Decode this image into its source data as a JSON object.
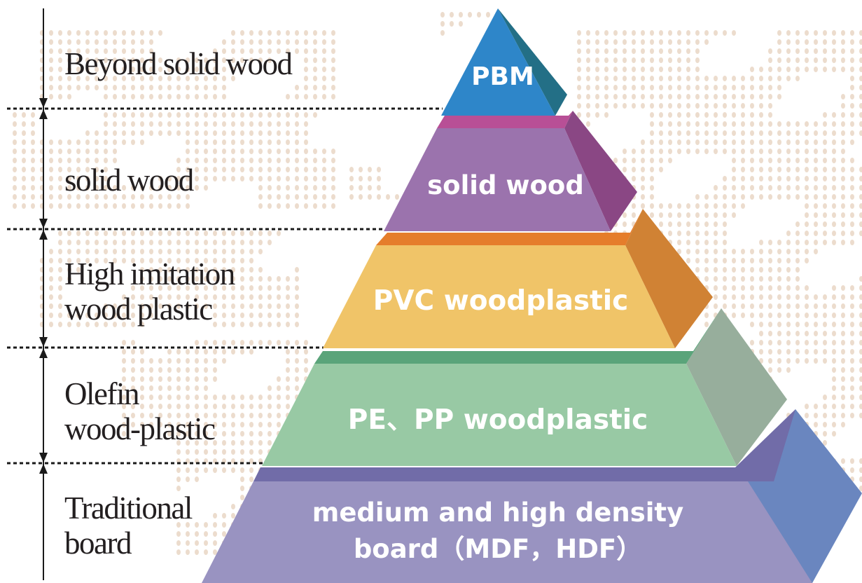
{
  "colors": {
    "dots": "#ecdccd",
    "axis": "#1a1a1a",
    "pbm_front": "#2e86c9",
    "pbm_side": "#236f86",
    "solid_front": "#9b73ad",
    "solid_top": "#b84f96",
    "solid_side": "#8a4784",
    "pvc_front": "#f0c468",
    "pvc_top": "#e57d2b",
    "pvc_side": "#d08234",
    "pe_front": "#98c9a4",
    "pe_top": "#5aa47a",
    "pe_side": "#97ae9c",
    "mdf_front": "#9993c1",
    "mdf_top": "#716ca8",
    "mdf_side": "#6a86bf"
  },
  "levels": [
    {
      "side_lines": [
        "Beyond solid wood"
      ],
      "tier_lines": [
        "PBM"
      ]
    },
    {
      "side_lines": [
        "solid wood"
      ],
      "tier_lines": [
        "solid wood"
      ]
    },
    {
      "side_lines": [
        "High imitation",
        "wood plastic"
      ],
      "tier_lines": [
        "PVC woodplastic"
      ]
    },
    {
      "side_lines": [
        "Olefin",
        "wood-plastic"
      ],
      "tier_lines": [
        "PE、PP woodplastic"
      ]
    },
    {
      "side_lines": [
        "Traditional",
        "board"
      ],
      "tier_lines": [
        "medium and high density",
        "board（MDF，HDF）"
      ]
    }
  ]
}
